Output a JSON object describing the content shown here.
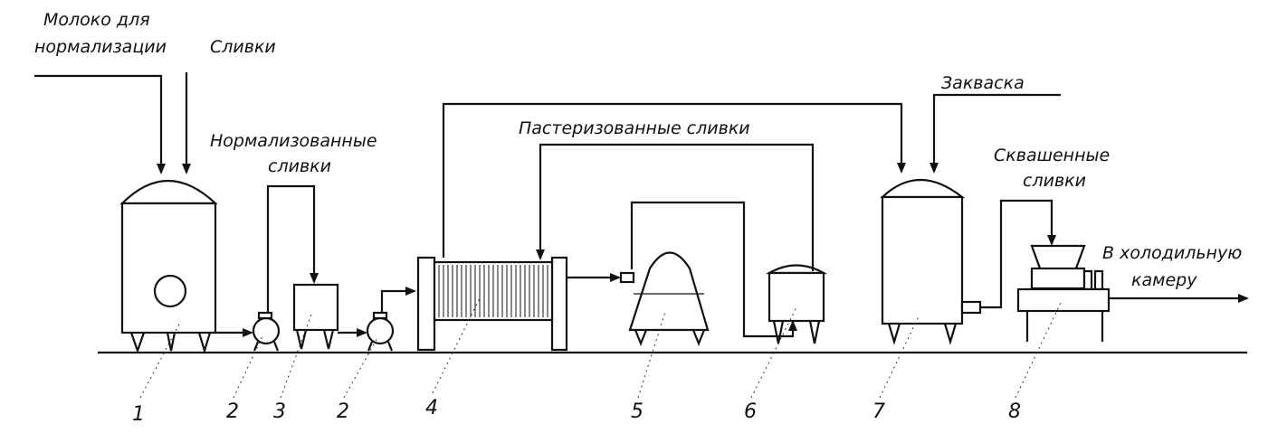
{
  "labels": {
    "milk_line1": "Молоко для",
    "milk_line2": "нормализации",
    "cream": "Сливки",
    "normalized_line1": "Нормализованные",
    "normalized_line2": "сливки",
    "pasteurized": "Пастеризованные  сливки",
    "starter": "Закваска",
    "soured_line1": "Сквашенные",
    "soured_line2": "сливки",
    "cold_line1": "В холодильную",
    "cold_line2": "камеру"
  },
  "numbers": {
    "n1": "1",
    "n2a": "2",
    "n3": "3",
    "n2b": "2",
    "n4": "4",
    "n5": "5",
    "n6": "6",
    "n7": "7",
    "n8": "8"
  }
}
